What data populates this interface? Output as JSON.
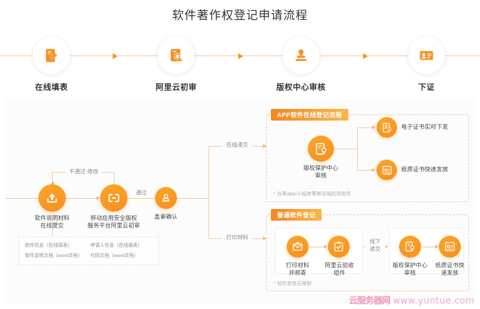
{
  "page": {
    "title": "软件著作权登记申请流程"
  },
  "stepper": {
    "steps": [
      {
        "label": "在线填表",
        "icon": "form-pen-icon"
      },
      {
        "label": "阿里云初审",
        "icon": "document-search-icon"
      },
      {
        "label": "版权中心审核",
        "icon": "stamp-icon"
      },
      {
        "label": "下证",
        "icon": "id-card-icon"
      }
    ],
    "arrow_icon": "arrow-right-icon"
  },
  "flow": {
    "left_nodes": [
      {
        "label_line1": "软件说明材料",
        "label_line2": "在线提交",
        "icon": "upload-icon"
      },
      {
        "label_line1": "移动应用安全版权",
        "label_line2": "服务平台阿里云初审",
        "icon": "link-brackets-icon"
      },
      {
        "label_line1": "盖章确认",
        "label_line2": "",
        "icon": "seal-person-icon"
      }
    ],
    "reject_label": "不通过·修改",
    "pass_label": "通过",
    "branch_labels": {
      "online": "在线递交",
      "print": "打印材料"
    },
    "documents": [
      "·软件信息（在线填表）",
      "·申请人信息（在线填表）",
      "·软件说明文档（word文档）",
      "·代码文档（word文档）"
    ]
  },
  "app_section": {
    "badge": "APP软件在线登记流程",
    "review_node": {
      "label_line1": "版权保护中心",
      "label_line2": "审核",
      "icon": "certificate-review-icon"
    },
    "outputs": [
      {
        "label": "电子证书实时下发",
        "icon": "electronic-certificate-icon"
      },
      {
        "label": "纸质证书快递发放",
        "icon": "paper-certificate-icon"
      }
    ],
    "note": "* 仅限app/小程序等移动端应用软件"
  },
  "normal_section": {
    "badge": "普通软件登记",
    "left_nodes": [
      {
        "label_line1": "打印材料",
        "label_line2": "并邮寄",
        "icon": "mail-print-icon"
      },
      {
        "label_line1": "阿里云验收",
        "label_line2": "组件",
        "icon": "clipboard-check-icon"
      }
    ],
    "mid_label_line1": "线下",
    "mid_label_line2": "递交",
    "right_nodes": [
      {
        "label_line1": "版权保护中心",
        "label_line2": "审核",
        "icon": "certificate-review-icon"
      },
      {
        "label_line1": "纸质证书快",
        "label_line2": "速发放",
        "icon": "paper-certificate-icon"
      }
    ],
    "note": "* 软件类型无限制"
  },
  "watermark": {
    "cn": "云服务器网",
    "url": "www.yuntue.com"
  },
  "colors": {
    "orange": "#f7901e",
    "orange_light": "#fcb64b",
    "line": "#f0cba4",
    "text": "#333333",
    "muted": "#8d8d8d",
    "watermark": "#f0a0c0"
  }
}
